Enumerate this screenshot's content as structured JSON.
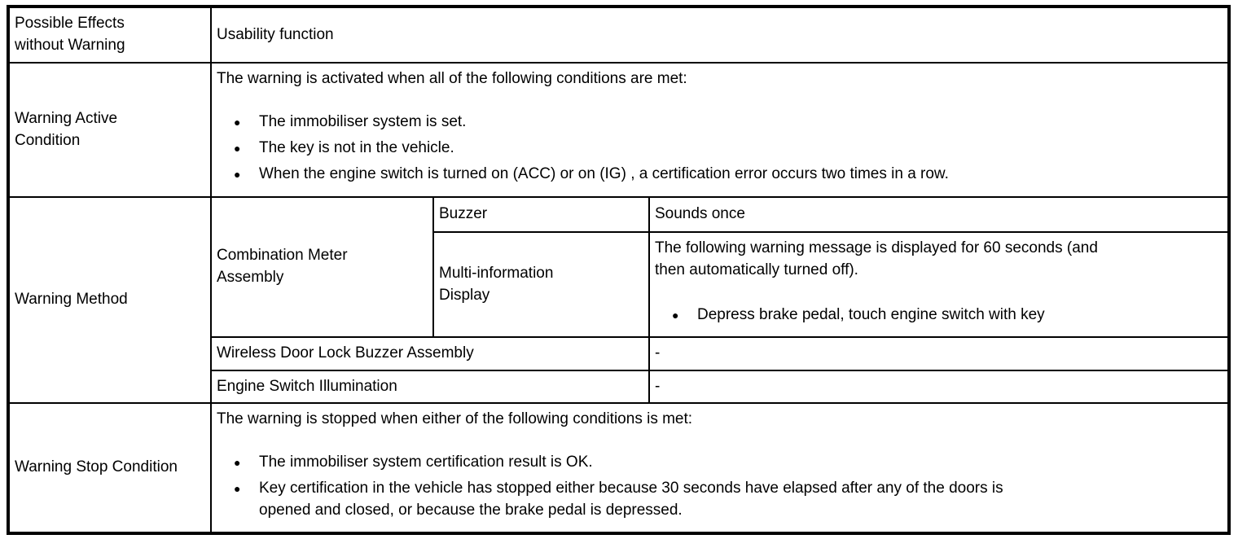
{
  "colors": {
    "border": "#000000",
    "text": "#000000",
    "background": "#ffffff"
  },
  "table": {
    "possible_effects": {
      "label": "Possible Effects without Warning",
      "value": "Usability function"
    },
    "warning_active": {
      "label": "Warning Active Condition",
      "intro": "The warning is activated when all of the following conditions are met:",
      "bullets": [
        "The immobiliser system is set.",
        "The key is not in the vehicle.",
        "When the engine switch is turned on (ACC) or on (IG) , a certification error occurs two times in a row."
      ]
    },
    "warning_method": {
      "label": "Warning Method",
      "combination_meter": {
        "label": "Combination Meter Assembly",
        "buzzer": {
          "label": "Buzzer",
          "value": "Sounds once"
        },
        "multi_information_display": {
          "label": "Multi-information Display",
          "value_intro": "The following warning message is displayed for 60 seconds (and then automatically turned off).",
          "bullets": [
            "Depress brake pedal, touch engine switch with key"
          ]
        }
      },
      "wireless_door_lock_buzzer": {
        "label": "Wireless Door Lock Buzzer Assembly",
        "value": "-"
      },
      "engine_switch_illumination": {
        "label": "Engine Switch Illumination",
        "value": "-"
      }
    },
    "warning_stop": {
      "label": "Warning Stop Condition",
      "intro": "The warning is stopped when either of the following conditions is met:",
      "bullets": [
        "The immobiliser system certification result is OK.",
        "Key certification in the vehicle has stopped either because 30 seconds have elapsed after any of the doors is opened and closed, or because the brake pedal is depressed."
      ]
    }
  }
}
